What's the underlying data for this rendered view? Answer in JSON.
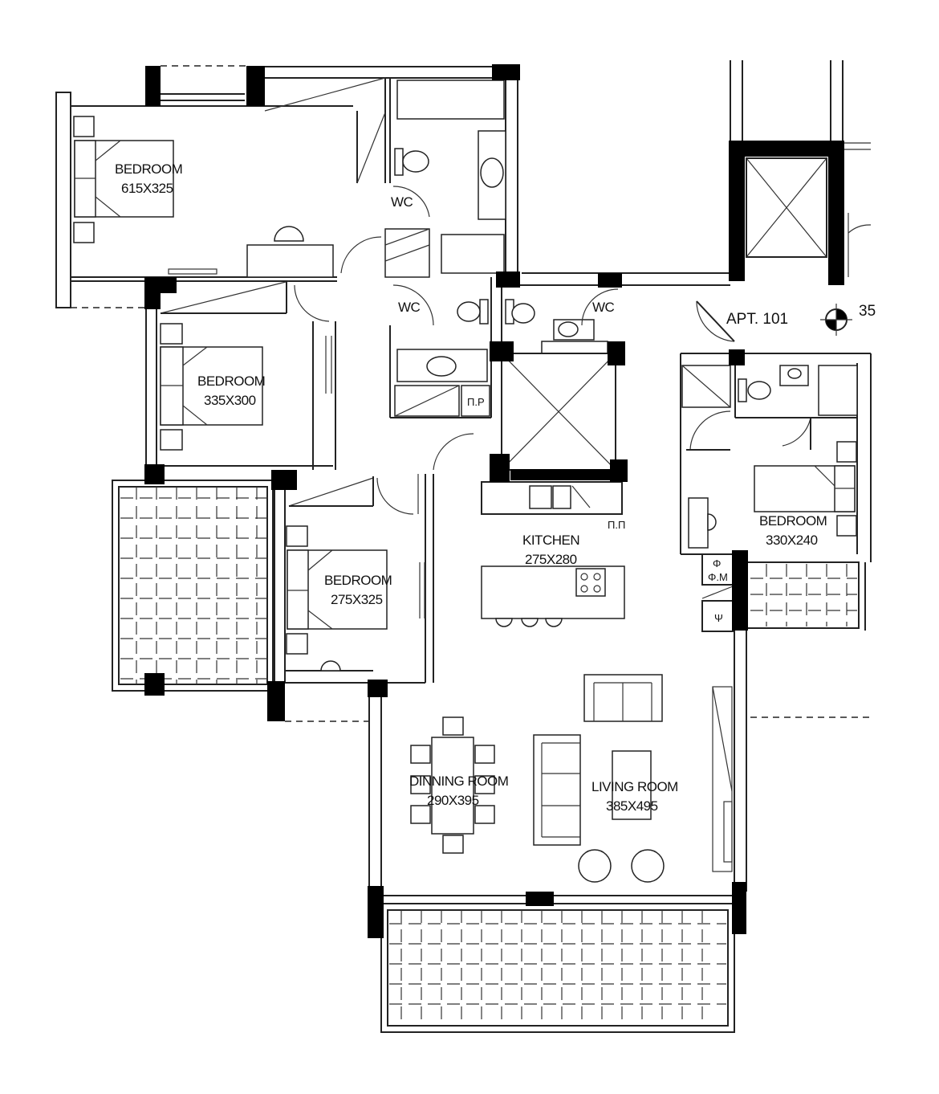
{
  "rooms": {
    "bedroom_master": {
      "name": "BEDROOM",
      "size": "615X325"
    },
    "bedroom_2": {
      "name": "BEDROOM",
      "size": "335X300"
    },
    "bedroom_3": {
      "name": "BEDROOM",
      "size": "275X325"
    },
    "bedroom_apt101": {
      "name": "BEDROOM",
      "size": "330X240"
    },
    "kitchen": {
      "name": "KITCHEN",
      "size": "275X280"
    },
    "dining": {
      "name": "DINNING ROOM",
      "size": "290X395"
    },
    "living": {
      "name": "LIVING ROOM",
      "size": "385X495"
    }
  },
  "wc_labels": [
    "WC",
    "WC",
    "WC"
  ],
  "symbols": {
    "pr": "Π.Ρ",
    "pp": "Π.Π",
    "phi": "Φ",
    "phim": "Φ.Μ",
    "psi": "Ψ"
  },
  "apartment_label": "APT. 101",
  "edge_label": "35",
  "icons": {
    "compass": "survey-marker-icon"
  }
}
